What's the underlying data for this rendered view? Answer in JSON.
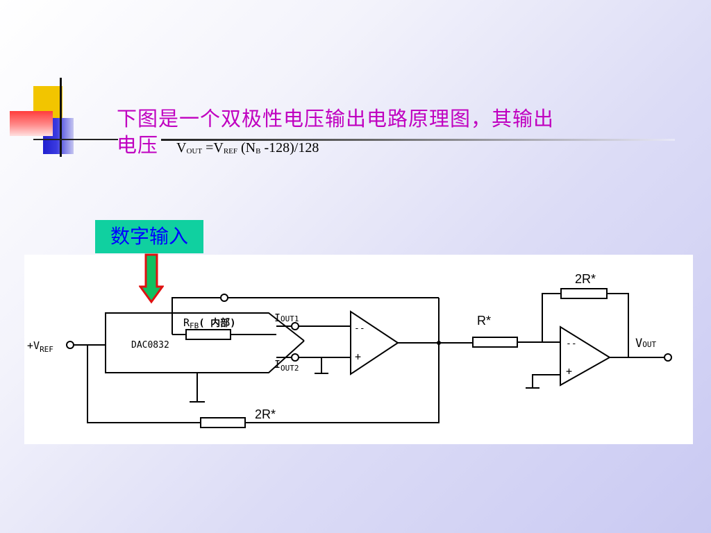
{
  "slide": {
    "title_line1": "下图是一个双极性电压输出电路原理图，其输出",
    "title_line2": "电压",
    "formula": {
      "v": "V",
      "out_sub": "OUT",
      "eq": " =V",
      "ref_sub": "REF",
      "paren": " (N",
      "b_sub": "B",
      "rest": " -128)/128"
    },
    "digital_input_label": "数字输入"
  },
  "circuit": {
    "vref_plus": "+V",
    "vref_sub": "REF",
    "dac_label": "DAC0832",
    "rfb_r": "R",
    "rfb_sub": "FB",
    "rfb_paren": "( 内部)",
    "iout1_i": "I",
    "iout1_sub": "OUT1",
    "iout2_i": "I",
    "iout2_sub": "OUT2",
    "opamp_minus": "--",
    "opamp_plus": "+",
    "r_star": "R*",
    "two_r_star_feedback": "2R*",
    "two_r_star_bottom": "2R*",
    "vout_v": "V",
    "vout_sub": "OUT"
  },
  "colors": {
    "title": "#c000c0",
    "label_bg": "#10d0a0",
    "label_text": "#0000ff",
    "arrow_fill": "#10c060",
    "arrow_stroke": "#e01010"
  }
}
